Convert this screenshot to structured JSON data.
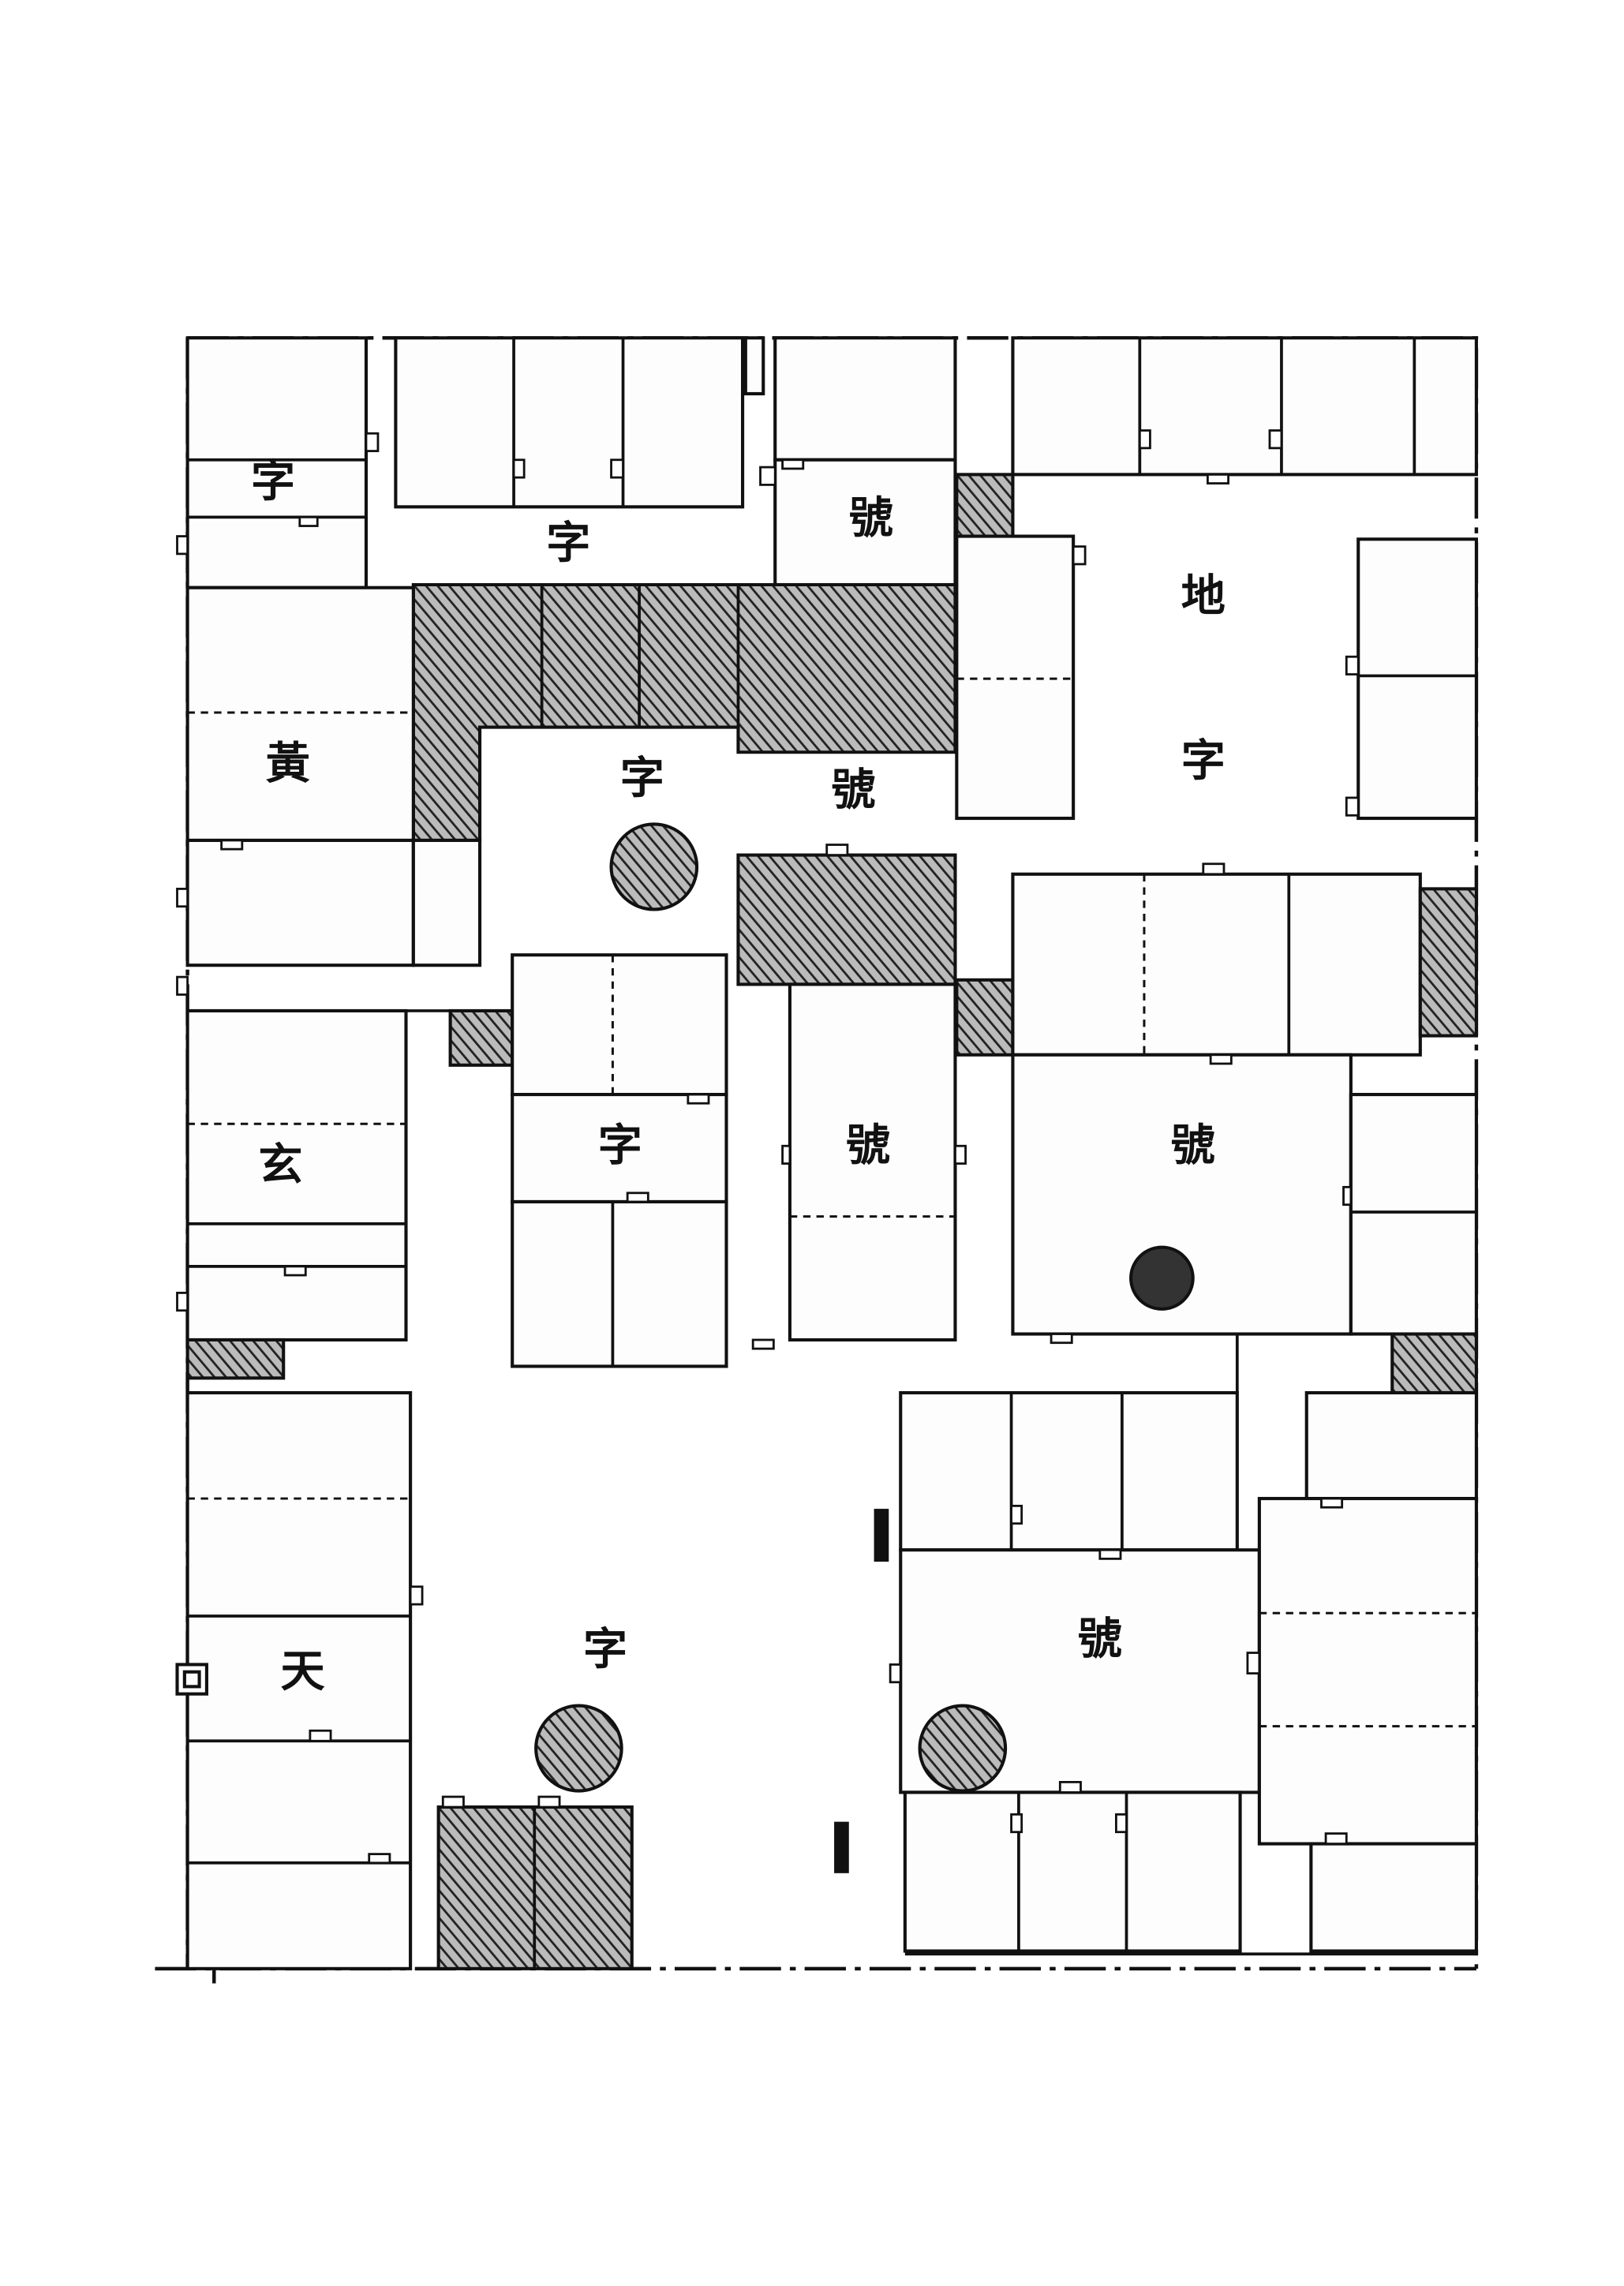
{
  "plan": {
    "labels": [
      "字",
      "字",
      "號",
      "地",
      "字",
      "黃",
      "字",
      "號",
      "玄",
      "字",
      "號",
      "號",
      "字",
      "天",
      "號"
    ],
    "ink_color": "#111111",
    "paper_color": "#ffffff"
  }
}
